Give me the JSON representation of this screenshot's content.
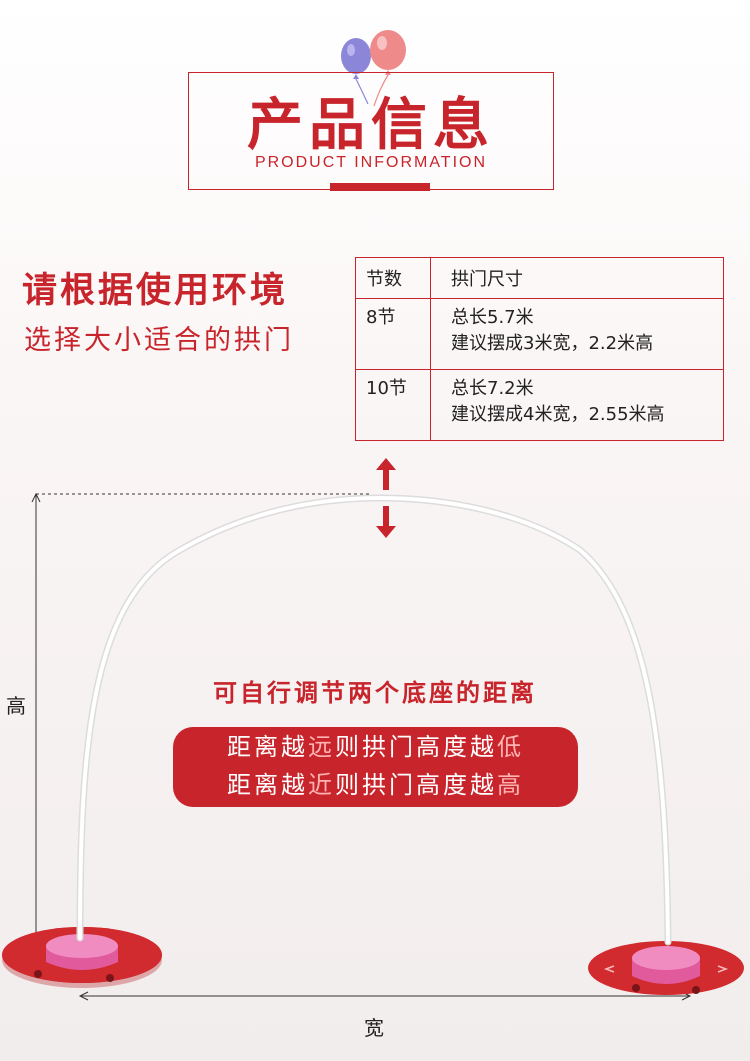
{
  "header": {
    "title": "产品信息",
    "subtitle": "PRODUCT INFORMATION"
  },
  "lead": {
    "title": "请根据使用环境",
    "subtitle": "选择大小适合的拱门"
  },
  "spec_table": {
    "headers": [
      "节数",
      "拱门尺寸"
    ],
    "rows": [
      {
        "sections": "8节",
        "line1": "总长5.7米",
        "line2": "建议摆成3米宽，2.2米高"
      },
      {
        "sections": "10节",
        "line1": "总长7.2米",
        "line2": "建议摆成4米宽，2.55米高"
      }
    ]
  },
  "dimensions": {
    "height_label": "高",
    "width_label": "宽"
  },
  "adjust": {
    "title": "可自行调节两个底座的距离",
    "line1_a": "距离越",
    "line1_b": "远",
    "line1_c": "则拱门高度越",
    "line1_d": "低",
    "line2_a": "距离越",
    "line2_b": "近",
    "line2_c": "则拱门高度越",
    "line2_d": "高"
  },
  "colors": {
    "accent": "#c8242b",
    "base_pink": "#e05a9c"
  }
}
